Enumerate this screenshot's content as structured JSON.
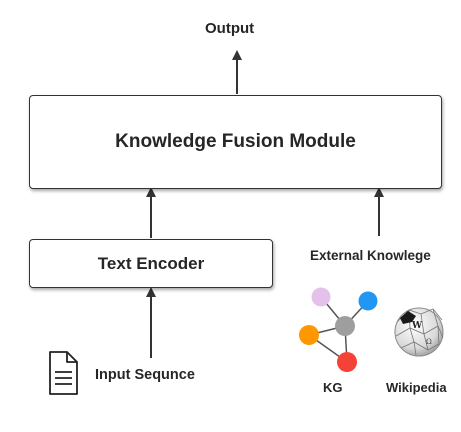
{
  "diagram": {
    "output_label": "Output",
    "fusion_module_label": "Knowledge Fusion Module",
    "text_encoder_label": "Text Encoder",
    "external_knowledge_label": "External Knowlege",
    "input_label": "Input Sequnce",
    "kg_label": "KG",
    "wikipedia_label": "Wikipedia"
  },
  "colors": {
    "node_purple": "#e3c1ea",
    "node_blue": "#2196f3",
    "node_gray": "#9e9e9e",
    "node_orange": "#ff9800",
    "node_red": "#f44336",
    "stroke": "#333333"
  },
  "icons": {
    "document": "document-icon",
    "knowledge_graph": "knowledge-graph-icon",
    "wikipedia": "wikipedia-globe-icon"
  }
}
